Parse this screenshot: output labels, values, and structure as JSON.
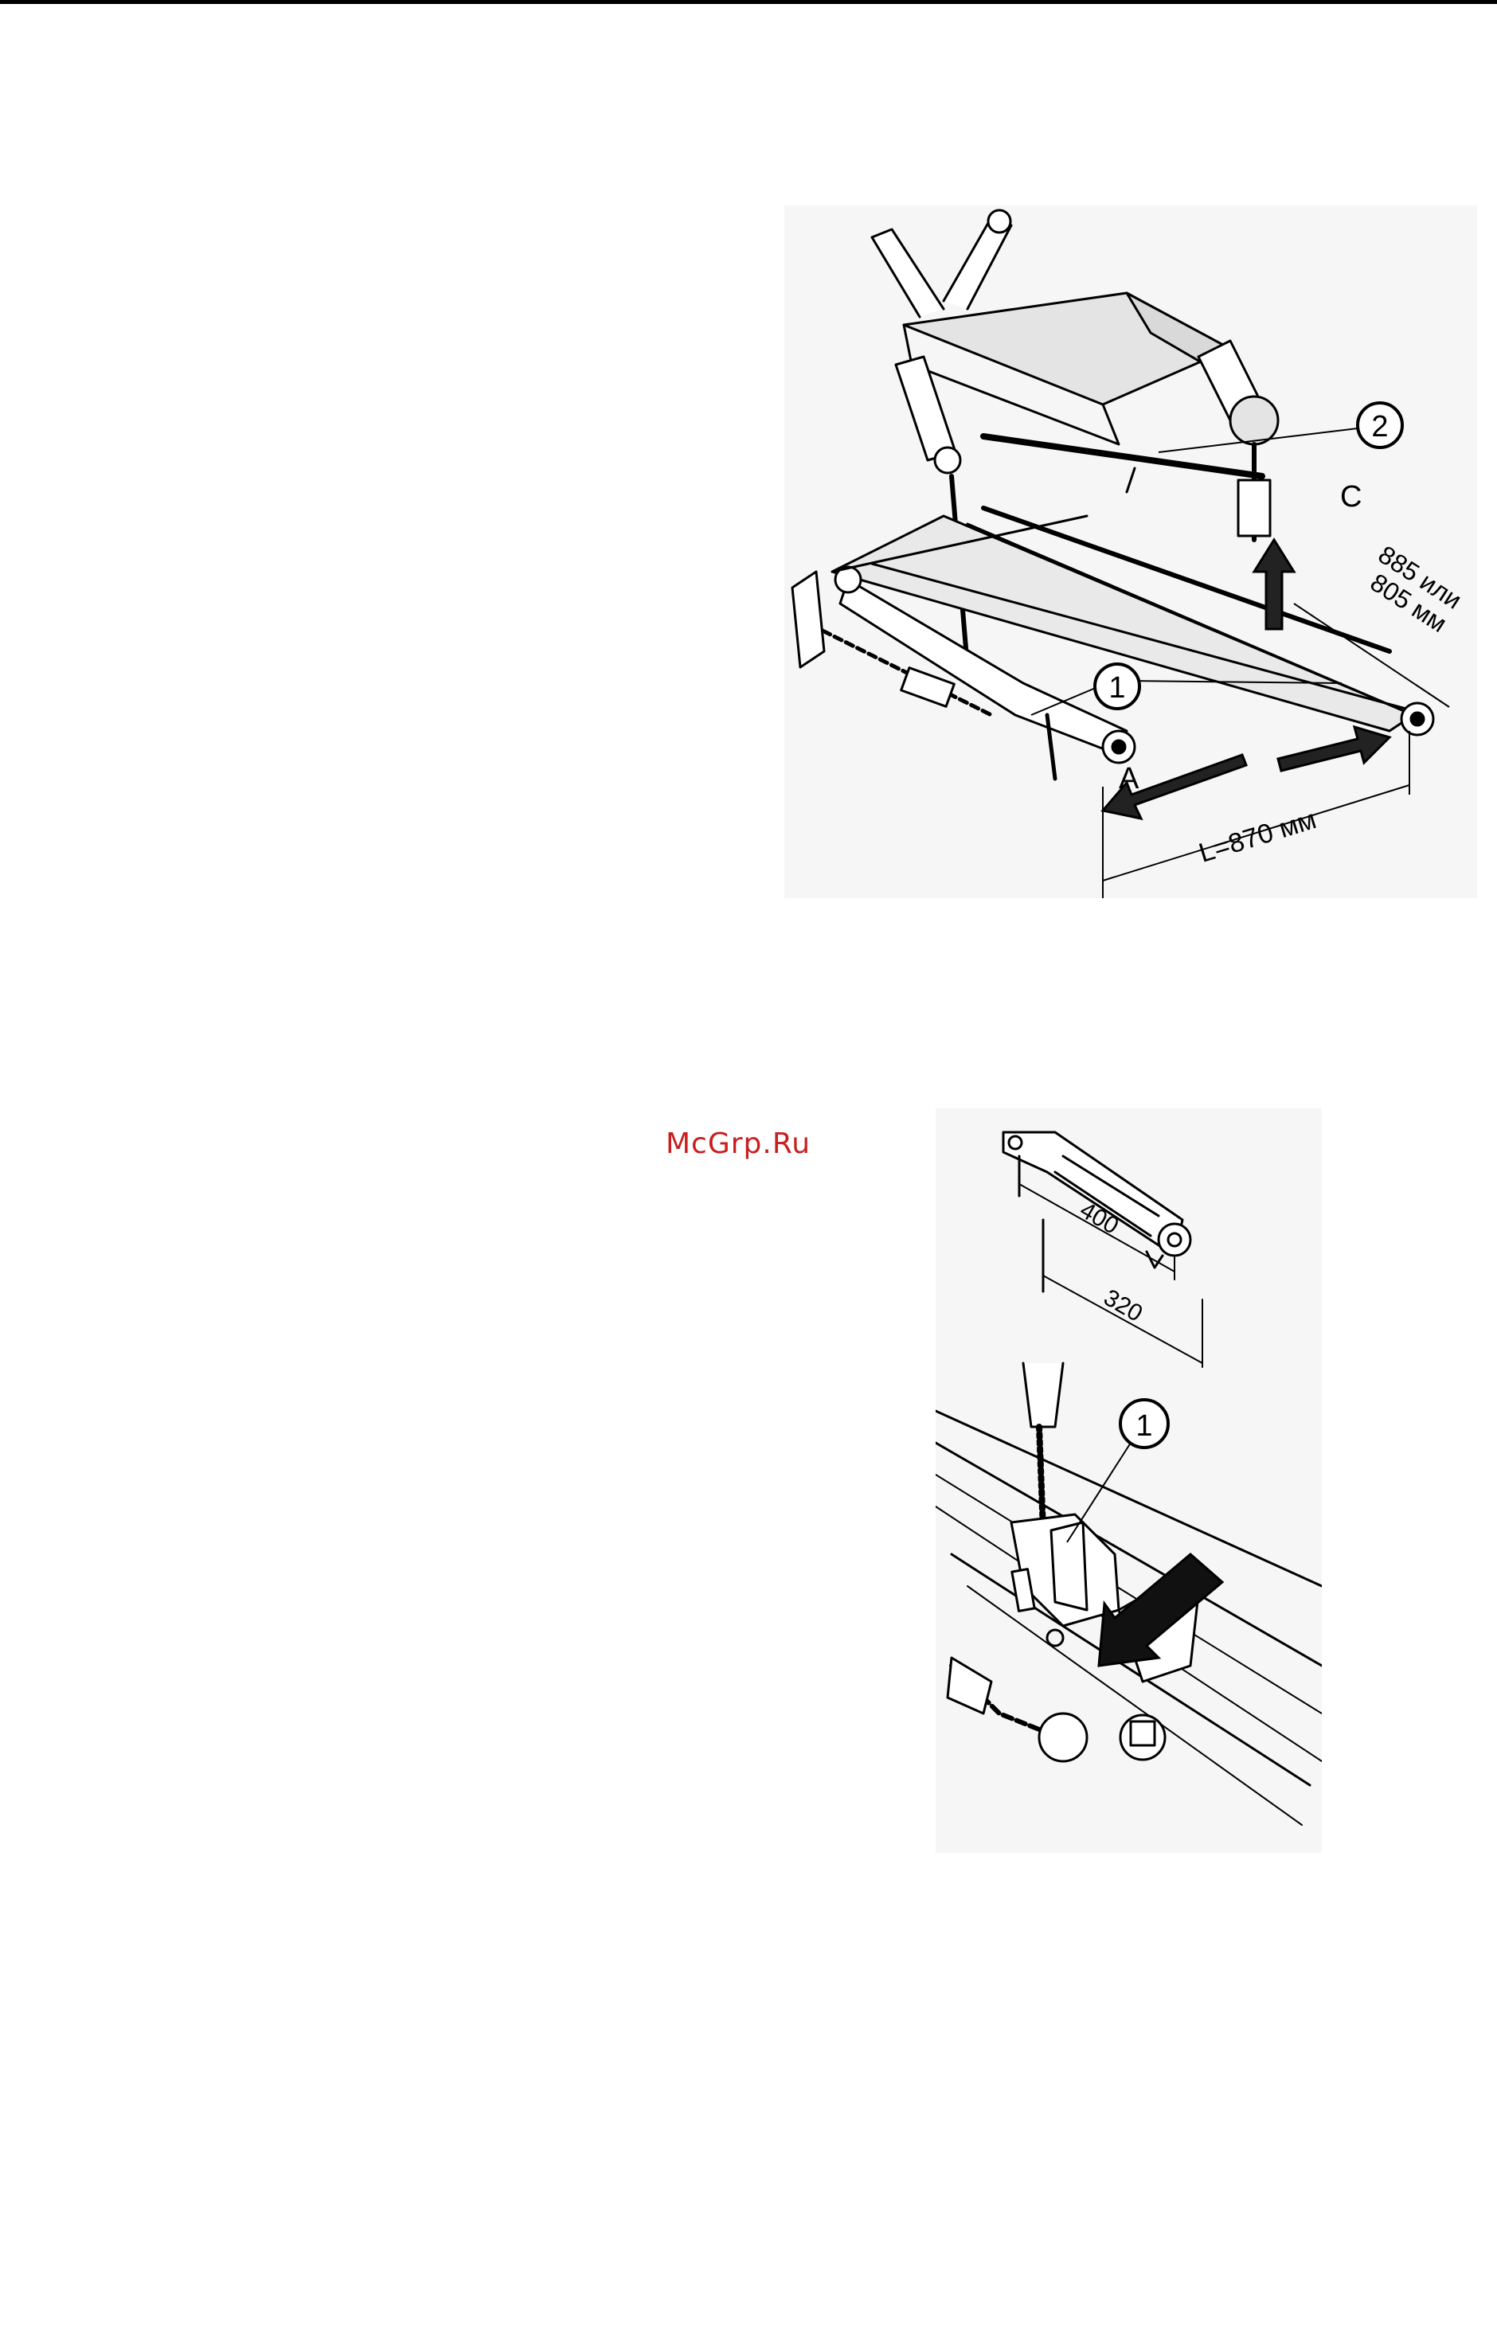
{
  "watermark": {
    "text": "McGrp.Ru",
    "color": "#c81e1e"
  },
  "figure_top": {
    "callouts": {
      "one": "1",
      "two": "2"
    },
    "letters": {
      "a": "A",
      "c": "C"
    },
    "dimension_length": "L=870 мм",
    "dimension_alt_line1": "885 или",
    "dimension_alt_line2": "805 мм"
  },
  "figure_bottom": {
    "dim_outer": "400",
    "dim_inner": "320",
    "callout": "1"
  }
}
